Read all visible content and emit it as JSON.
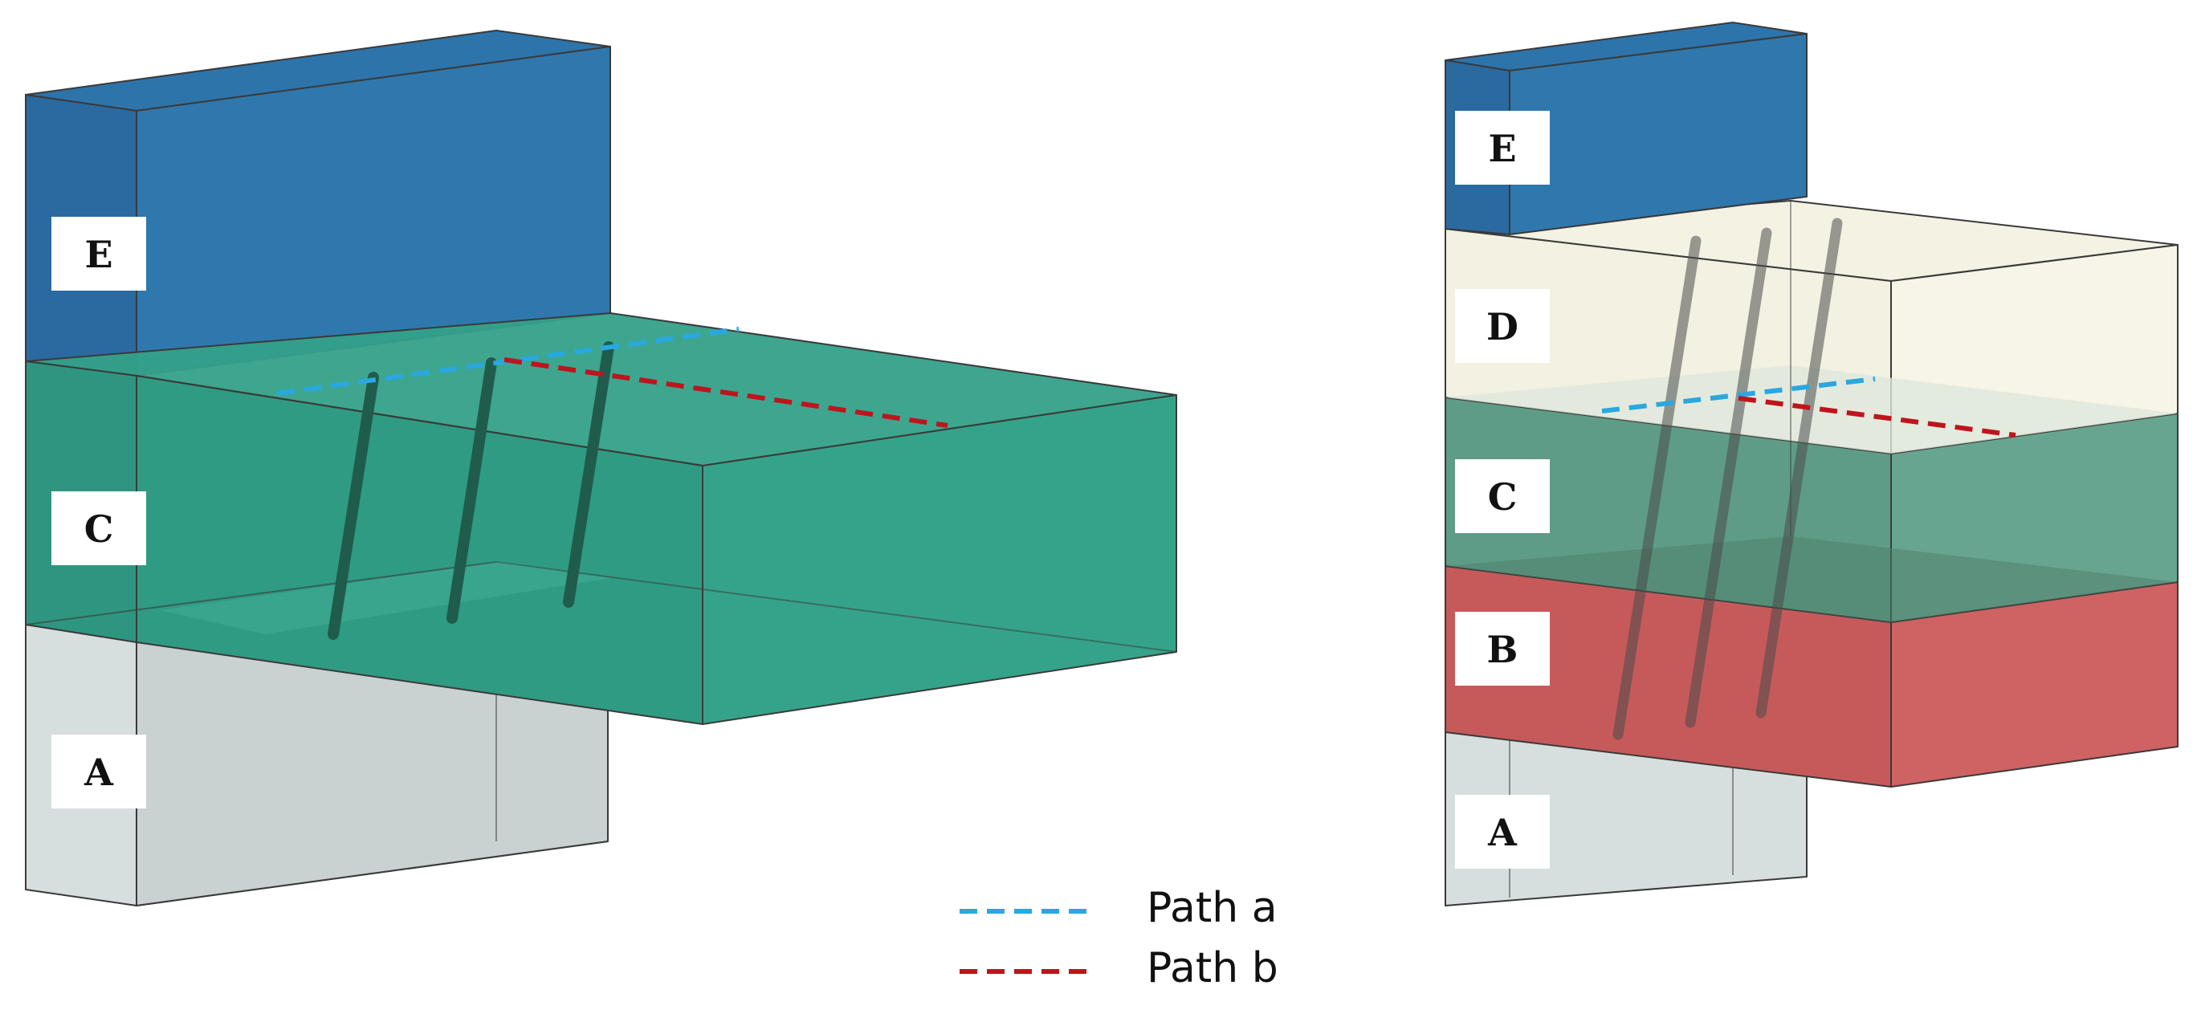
{
  "left_model": {
    "layers": [
      {
        "label": "E",
        "color": "#2a6fa8"
      },
      {
        "label": "C",
        "color": "#2f9d84"
      },
      {
        "label": "A",
        "color": "#c9d3d3"
      }
    ]
  },
  "right_model": {
    "layers": [
      {
        "label": "E",
        "color": "#2a6fa8"
      },
      {
        "label": "D",
        "color": "#f1f0df"
      },
      {
        "label": "C",
        "color": "#5f9c88"
      },
      {
        "label": "B",
        "color": "#c85a5a"
      },
      {
        "label": "A",
        "color": "#c9d3d3"
      }
    ]
  },
  "legend": {
    "items": [
      {
        "label": "Path a",
        "color": "#29a8e0"
      },
      {
        "label": "Path b",
        "color": "#c0141c"
      }
    ]
  }
}
